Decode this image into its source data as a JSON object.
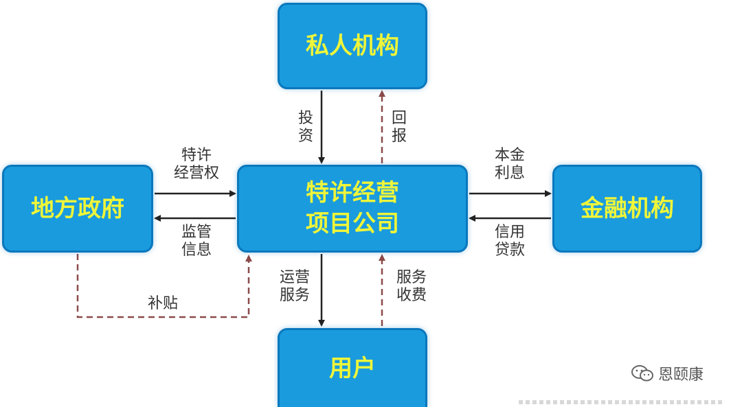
{
  "nodes": {
    "private": "私人机构",
    "center": "特许经营\n项目公司",
    "gov": "地方政府",
    "fin": "金融机构",
    "user": "用户"
  },
  "edges": {
    "invest": "投资",
    "return": "回报",
    "franchise": "特许\n经营权",
    "supervision": "监管\n信息",
    "principal": "本金\n利息",
    "credit": "信用\n贷款",
    "service": "运营\n服务",
    "fee": "服务\n收费",
    "subsidy": "补贴"
  },
  "watermark": {
    "text": "恩颐康"
  },
  "colors": {
    "node_fill": "#1a9bde",
    "node_border": "#0a78bd",
    "node_text": "#eef53a",
    "arrow": "#222222",
    "dashed_arrow": "#8b4a4a"
  }
}
